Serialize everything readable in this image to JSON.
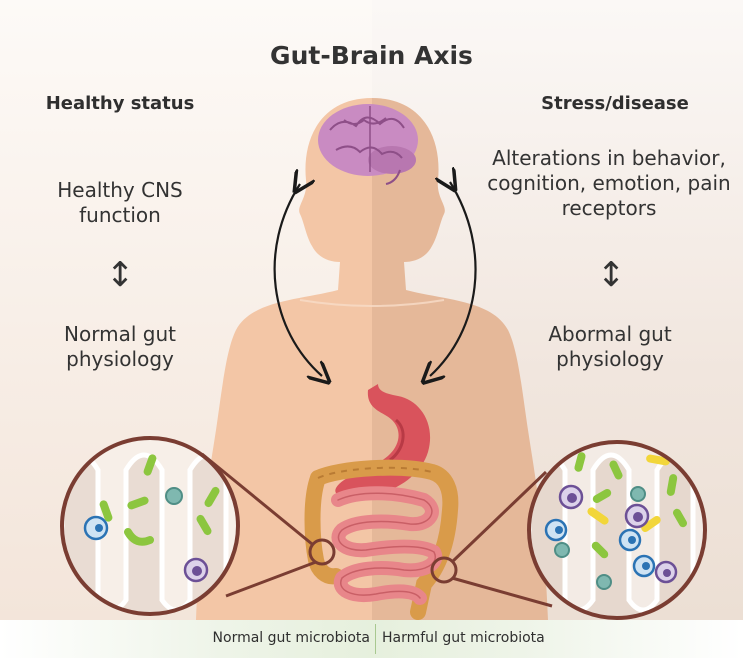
{
  "title": "Gut-Brain Axis",
  "left_panel": {
    "heading": "Healthy status",
    "cns_text": "Healthy CNS function",
    "gut_text": "Normal gut physiology"
  },
  "right_panel": {
    "heading": "Stress/disease",
    "behavior_text": "Alterations in behavior, cognition, emotion, pain receptors",
    "gut_text": "Abormal gut physiology"
  },
  "footer": {
    "left_label": "Normal gut microbiota",
    "right_label": "Harmful gut microbiota"
  },
  "icons": {
    "updown": "↕"
  },
  "colors": {
    "skin_left": "#f3c6a6",
    "skin_right": "#e5b899",
    "brain": "#c98bc2",
    "stomach": "#d9535c",
    "intestine": "#e8868a",
    "colon": "#d99b4a",
    "lens_border": "#7a3d32",
    "microbe_green": "#8cc63f",
    "microbe_yellow": "#f2d63a",
    "cell_blue": "#2b73b4",
    "cell_purple": "#6c5096"
  }
}
